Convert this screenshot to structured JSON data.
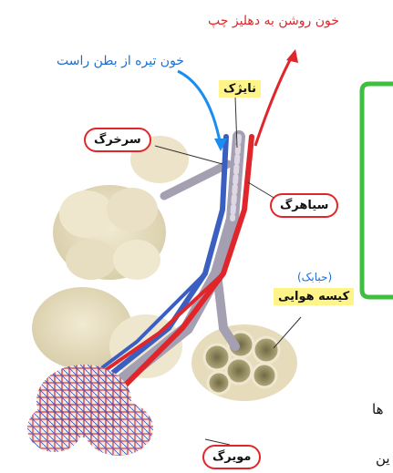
{
  "captions": {
    "to_left_atrium": "خون روشن به دهلیز چپ",
    "from_right_ventricle": "خون تیره از بطن راست"
  },
  "labels": {
    "bronchiole": "نایژک",
    "artery": "سرخرگ",
    "vein": "سیاهرگ",
    "alveolus_paren": "(حبابک)",
    "air_sac": "کیسه هوایی",
    "capillary": "مویرگ"
  },
  "side_text": {
    "line1": "ها",
    "line2": "ین"
  },
  "colors": {
    "oxygenated": "#e0262a",
    "deoxygenated": "#1a6fd6",
    "callout_border": "#3fbf3f",
    "label_highlight": "#fff48a"
  }
}
